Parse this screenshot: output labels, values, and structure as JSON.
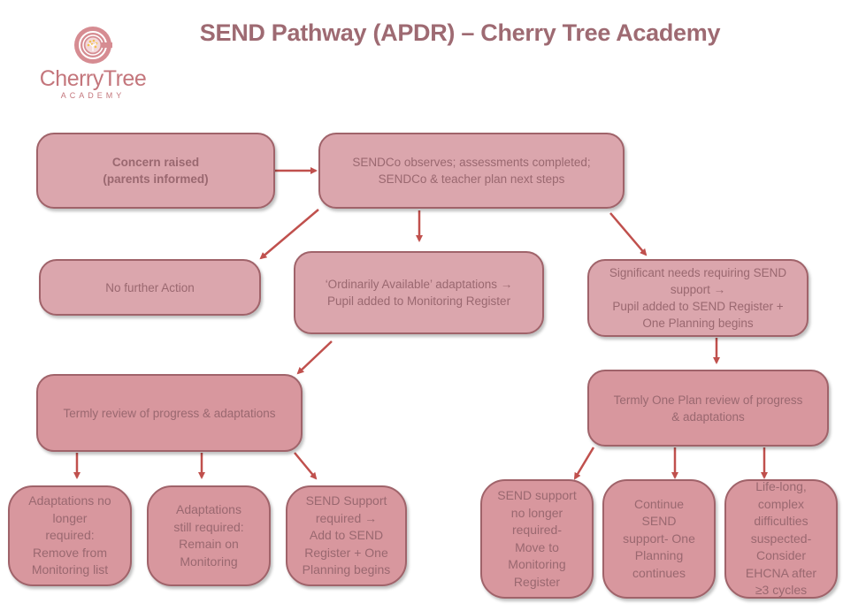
{
  "header": {
    "title": "SEND Pathway (APDR) – Cherry Tree Academy",
    "logo": {
      "icon": "cherry-tree-logo-icon",
      "name": "CherryTree",
      "subtitle": "ACADEMY"
    }
  },
  "colors": {
    "node_fill": "#dba6ad",
    "node_border": "#a0636a",
    "arrow": "#c0504d",
    "title": "#9e6a72",
    "logo": "#c4767c"
  },
  "nodes": {
    "concern": {
      "line1": "Concern raised",
      "line2": "(parents informed)"
    },
    "sendco": {
      "line1": "SENDCo observes; assessments completed;",
      "line2": "SENDCo & teacher plan next steps"
    },
    "no_action": {
      "text": "No further Action"
    },
    "ordinarily": {
      "line1": "‘Ordinarily Available’ adaptations →",
      "line2": "Pupil added to Monitoring Register"
    },
    "significant": {
      "lines": [
        "Significant needs  requiring SEND",
        "support →",
        "Pupil added to SEND Register +",
        "One Planning begins"
      ]
    },
    "termly_review": {
      "text": "Termly review of progress & adaptations"
    },
    "one_plan_review": {
      "lines": [
        "Termly One Plan review of progress",
        "& adaptations"
      ]
    },
    "left_outcomes": [
      {
        "lines": [
          "Adaptations no",
          "longer",
          "required:",
          "Remove from",
          "Monitoring list"
        ]
      },
      {
        "lines": [
          "Adaptations",
          "still required:",
          "Remain on",
          "Monitoring"
        ]
      },
      {
        "lines": [
          "SEND Support",
          "required →",
          "Add to SEND",
          "Register + One",
          "Planning begins"
        ]
      }
    ],
    "right_outcomes": [
      {
        "lines": [
          "SEND support",
          "no longer",
          "required-",
          "Move to",
          "Monitoring",
          "Register"
        ]
      },
      {
        "lines": [
          "Continue",
          "SEND",
          "support- One",
          "Planning",
          "continues"
        ]
      },
      {
        "lines": [
          "Life-long,",
          "complex",
          "difficulties",
          "suspected-",
          "Consider",
          "EHCNA after",
          "≥3 cycles"
        ]
      }
    ]
  }
}
